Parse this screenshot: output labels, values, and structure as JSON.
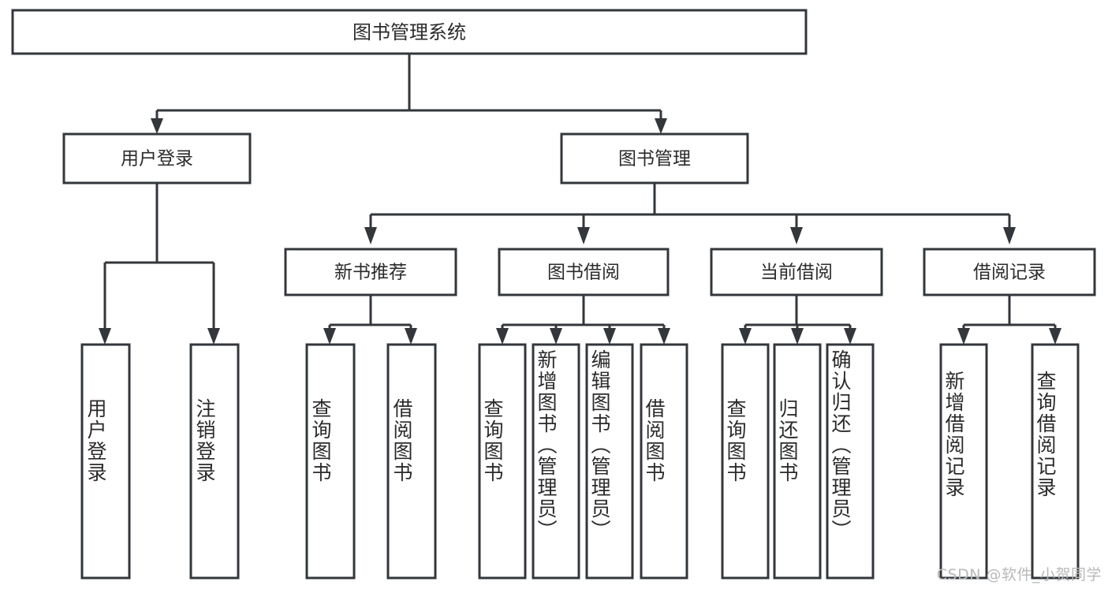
{
  "diagram": {
    "title": "图书管理系统",
    "watermark": "CSDN @软件_小贺同学",
    "colors": {
      "stroke": "#33373b",
      "fill": "#ffffff",
      "text": "#2b2b2b",
      "watermark": "#b9b9b9"
    },
    "root": {
      "label": "图书管理系统"
    },
    "level2": [
      {
        "label": "用户登录"
      },
      {
        "label": "图书管理"
      }
    ],
    "level3": [
      {
        "label": "新书推荐"
      },
      {
        "label": "图书借阅"
      },
      {
        "label": "当前借阅"
      },
      {
        "label": "借阅记录"
      }
    ],
    "leaves": {
      "user_login": [
        {
          "label": "用户登录"
        },
        {
          "label": "注销登录"
        }
      ],
      "new_book": [
        {
          "label": "查询图书"
        },
        {
          "label": "借阅图书"
        }
      ],
      "book_borrow": [
        {
          "label": "查询图书"
        },
        {
          "label": "新增图书（管理员）"
        },
        {
          "label": "编辑图书（管理员）"
        },
        {
          "label": "借阅图书"
        }
      ],
      "current_borrow": [
        {
          "label": "查询图书"
        },
        {
          "label": "归还图书"
        },
        {
          "label": "确认归还（管理员）"
        }
      ],
      "borrow_record": [
        {
          "label": "新增借阅记录"
        },
        {
          "label": "查询借阅记录"
        }
      ]
    }
  }
}
